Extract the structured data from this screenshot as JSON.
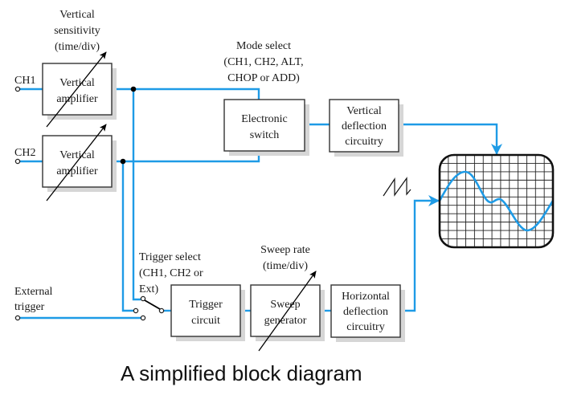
{
  "colors": {
    "wire": "#1e9be6",
    "box_border": "#333333",
    "box_shadow": "#d6d6d6",
    "text": "#1a1a1a",
    "screen_border": "#111111"
  },
  "inputs": {
    "ch1": "CH1",
    "ch2": "CH2",
    "external_trigger": [
      "External",
      "trigger"
    ]
  },
  "annotations": {
    "vertical_sensitivity": [
      "Vertical",
      "sensitivity",
      "(time/div)"
    ],
    "mode_select": [
      "Mode select",
      "(CH1, CH2, ALT,",
      "CHOP or ADD)"
    ],
    "trigger_select": [
      "Trigger select",
      "(CH1, CH2 or",
      "Ext)"
    ],
    "sweep_rate": [
      "Sweep rate",
      "(time/div)"
    ]
  },
  "blocks": {
    "vertical_amplifier_1": [
      "Vertical",
      "amplifier"
    ],
    "vertical_amplifier_2": [
      "Vertical",
      "amplifier"
    ],
    "electronic_switch": [
      "Electronic",
      "switch"
    ],
    "vertical_deflection": [
      "Vertical",
      "deflection",
      "circuitry"
    ],
    "trigger_circuit": [
      "Trigger",
      "circuit"
    ],
    "sweep_generator": [
      "Sweep",
      "generator"
    ],
    "horizontal_deflection": [
      "Horizontal",
      "deflection",
      "circuitry"
    ]
  },
  "display": {
    "name": "CRT screen",
    "grid_columns": 13,
    "grid_rows": 11,
    "waveform": "sine-like trace with small bump"
  },
  "caption": "A simplified block diagram"
}
